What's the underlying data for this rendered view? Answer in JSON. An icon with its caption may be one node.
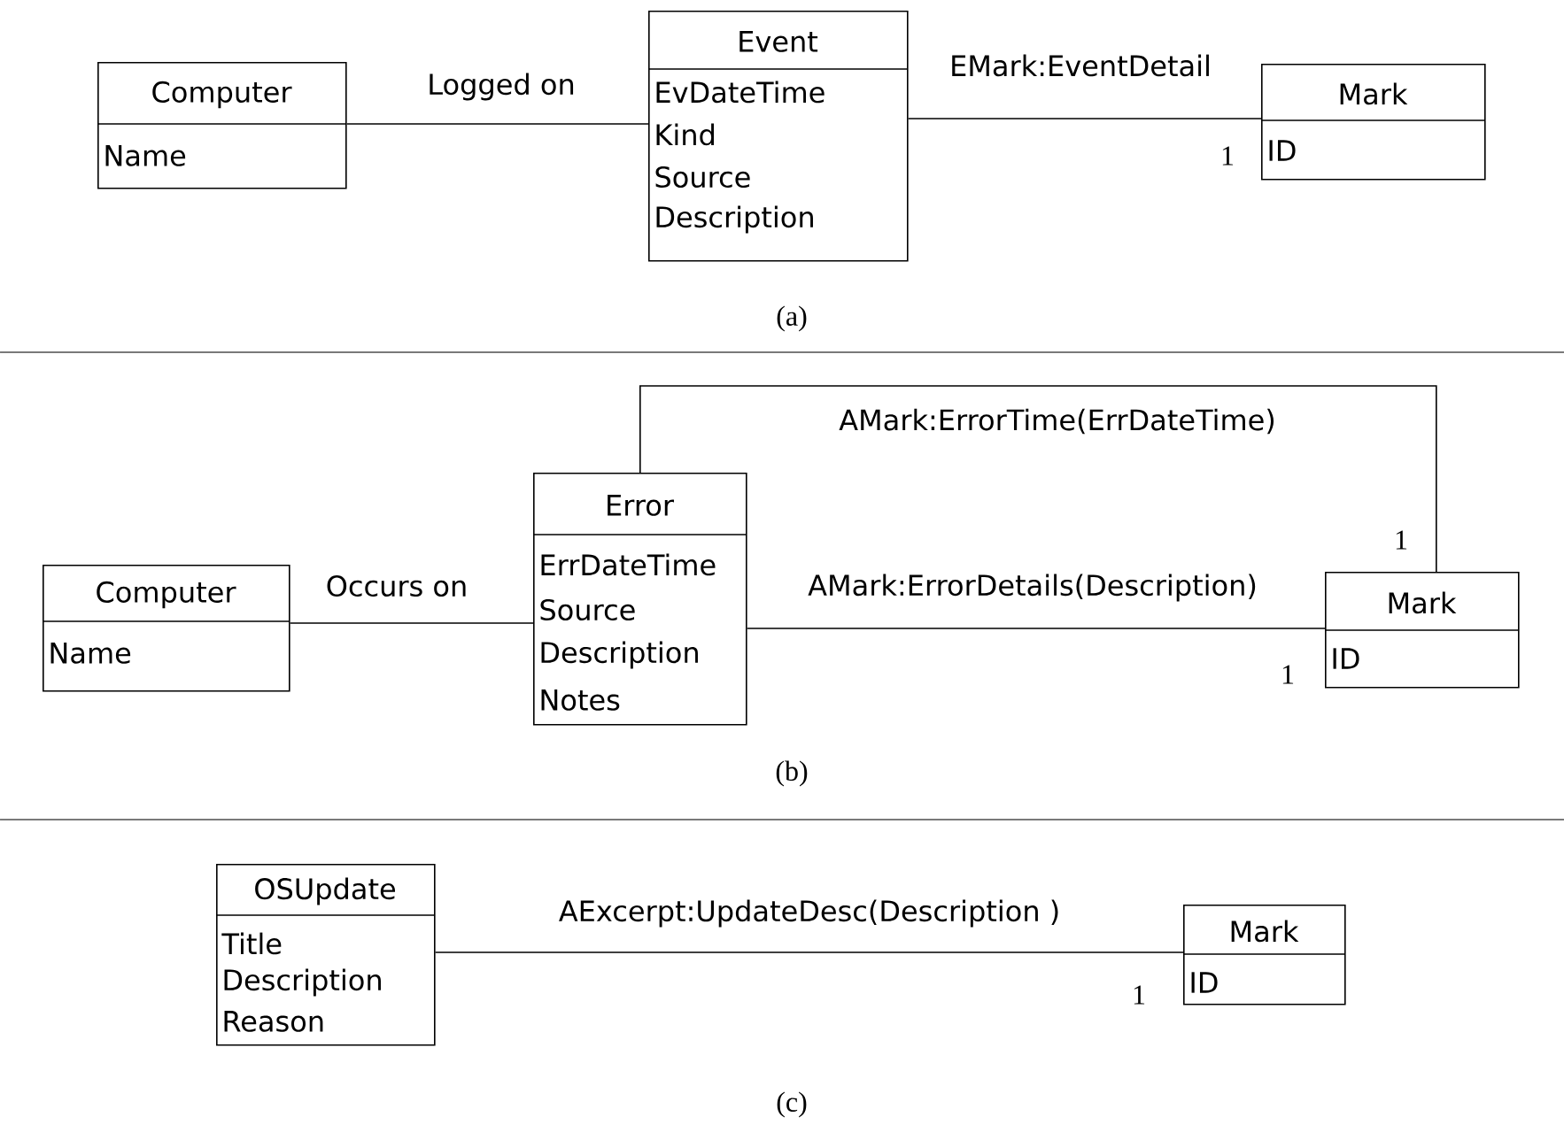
{
  "diagram": {
    "nodes": [
      {
        "text": [
          "Computer",
          "Name"
        ]
      },
      {
        "text": [
          "Event",
          "EvDateTime",
          "Kind",
          "Source",
          "Description"
        ]
      },
      {
        "text": [
          "Mark",
          "ID"
        ]
      },
      {
        "text": [
          "Computer",
          "Name"
        ]
      },
      {
        "text": [
          "Error",
          "ErrDateTime",
          "Source",
          "Description",
          "Notes"
        ]
      },
      {
        "text": [
          "Mark",
          "ID"
        ]
      },
      {
        "text": [
          "OSUpdate",
          "Title",
          "Description",
          "Reason"
        ]
      },
      {
        "text": [
          "Mark",
          "ID"
        ]
      }
    ],
    "edges": [
      {
        "from": 0,
        "to": 1,
        "arrow": "none",
        "label": "Logged on"
      },
      {
        "from": 1,
        "to": 2,
        "arrow": "none",
        "label": "EMark:EventDetail"
      },
      {
        "from": 3,
        "to": 4,
        "arrow": "none",
        "label": "Occurs on"
      },
      {
        "from": 4,
        "to": 5,
        "arrow": "none",
        "label": "AMark:ErrorTime(ErrDateTime)"
      },
      {
        "from": 4,
        "to": 5,
        "arrow": "none",
        "label": "AMark:ErrorDetails(Description)"
      },
      {
        "from": 6,
        "to": 7,
        "arrow": "none",
        "label": "AExcerpt:UpdateDesc(Description )"
      }
    ],
    "labels": [
      "1",
      "(a)",
      "1",
      "1",
      "(b)",
      "1",
      "(c)"
    ]
  }
}
